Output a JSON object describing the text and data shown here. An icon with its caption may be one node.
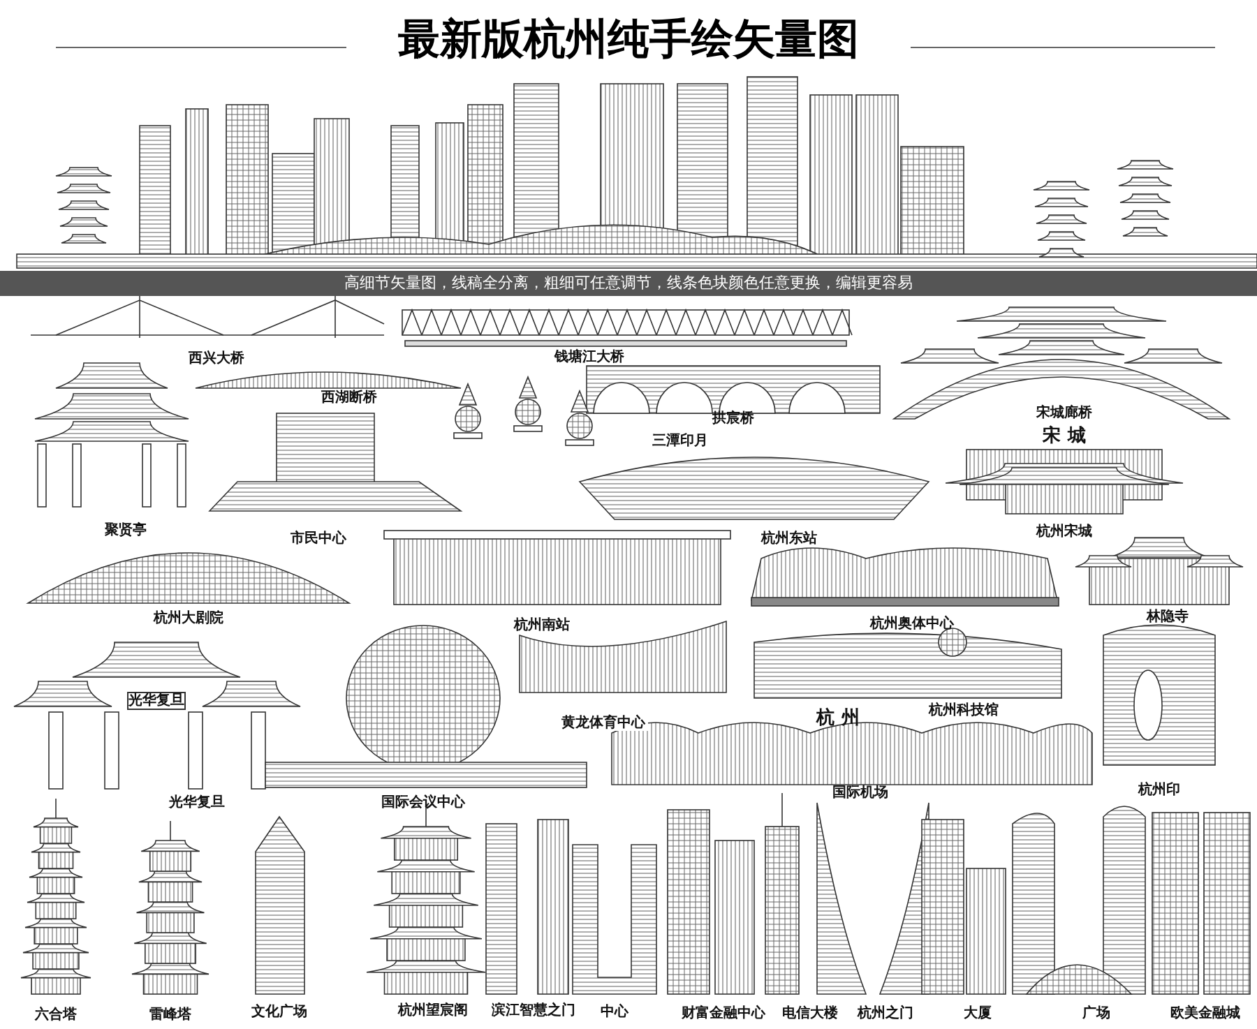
{
  "diagram": {
    "title": "最新版杭州纯手绘矢量图",
    "labels": [
      "高细节矢量图，线稿全分离，粗细可任意调节，线条色块颜色任意更换，编辑更容易",
      "西兴大桥",
      "钱塘江大桥",
      "西湖断桥",
      "拱宸桥",
      "宋城廊桥",
      "三潭印月",
      "宋 城",
      "聚贤亭",
      "市民中心",
      "杭州东站",
      "杭州宋城",
      "杭州大剧院",
      "林隐寺",
      "杭州南站",
      "杭州奥体中心",
      "光华复旦",
      "黄龙体育中心",
      "杭 州",
      "杭州科技馆",
      "光华复旦",
      "国际会议中心",
      "国际机场",
      "杭州印",
      "六合塔",
      "雷峰塔",
      "文化广场",
      "杭州望宸阁",
      "滨江智慧之门",
      "中心",
      "财富金融中心",
      "电信大楼",
      "杭州之门",
      "大厦",
      "广场",
      "欧美金融城"
    ]
  }
}
